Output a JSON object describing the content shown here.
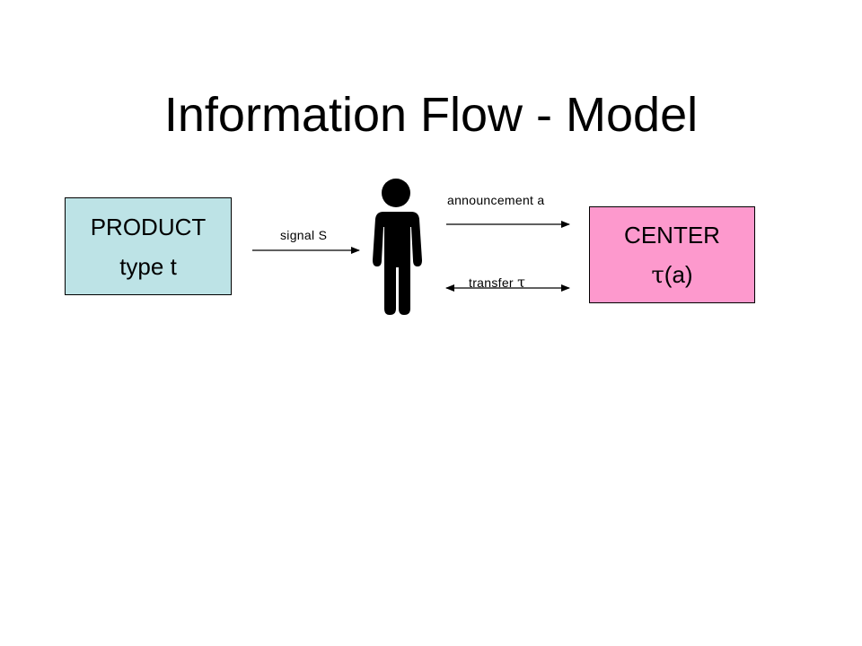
{
  "slide": {
    "title": "Information Flow - Model"
  },
  "product_box": {
    "line1": "PRODUCT",
    "line2": "type t",
    "color": "#bde3e6"
  },
  "center_box": {
    "line1": "CENTER",
    "line2_symbol": "τ",
    "line2_rest": "(a)",
    "color": "#fd99cd"
  },
  "arrows": {
    "signal_label": "signal S",
    "announcement_label": "announcement a",
    "transfer_label": "transfer ",
    "transfer_symbol": "τ"
  },
  "icons": {
    "person": "person-icon"
  }
}
